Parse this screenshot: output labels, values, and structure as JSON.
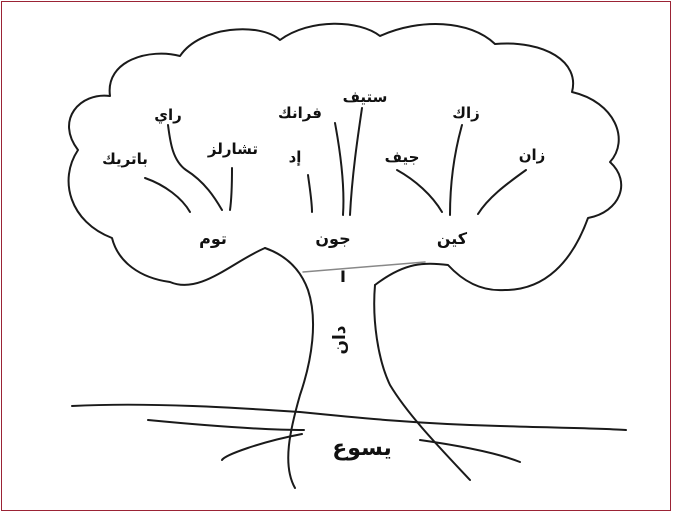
{
  "colors": {
    "frame": "#9b2335",
    "ink": "#1a1a1a"
  },
  "root": {
    "label": "يسوع"
  },
  "trunk": {
    "label": "دان"
  },
  "trunk_mark": {
    "label": "I"
  },
  "branches": {
    "tom": {
      "label": "توم"
    },
    "jon": {
      "label": "جون"
    },
    "ken": {
      "label": "كين"
    }
  },
  "leaves": {
    "patrick": {
      "label": "باتريك"
    },
    "ray": {
      "label": "راي"
    },
    "charles": {
      "label": "تشارلز"
    },
    "frank": {
      "label": "فرانك"
    },
    "ed": {
      "label": "إد"
    },
    "steve": {
      "label": "ستيف"
    },
    "jeff": {
      "label": "جيف"
    },
    "zak": {
      "label": "زاك"
    },
    "zan": {
      "label": "زان"
    }
  }
}
